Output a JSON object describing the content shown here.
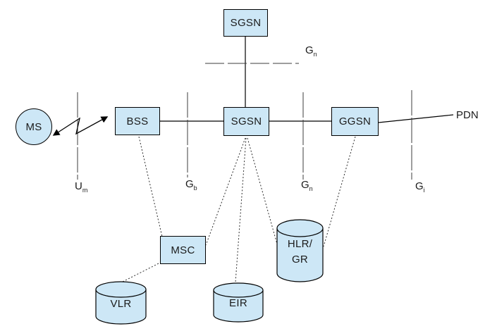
{
  "colors": {
    "node_fill": "#CDE7F6",
    "node_border": "#000000",
    "line": "#000000",
    "background": "#FFFFFF"
  },
  "nodes": {
    "sgsn_top": "SGSN",
    "ms": "MS",
    "bss": "BSS",
    "sgsn": "SGSN",
    "ggsn": "GGSN",
    "pdn": "PDN",
    "msc": "MSC",
    "vlr": "VLR",
    "eir": "EIR",
    "hlr_line1": "HLR/",
    "hlr_line2": "GR"
  },
  "interfaces": {
    "gn_top": {
      "main": "G",
      "sub": "n"
    },
    "um": {
      "main": "U",
      "sub": "m"
    },
    "gb": {
      "main": "G",
      "sub": "b"
    },
    "gn": {
      "main": "G",
      "sub": "n"
    },
    "gi": {
      "main": "G",
      "sub": "i"
    }
  }
}
